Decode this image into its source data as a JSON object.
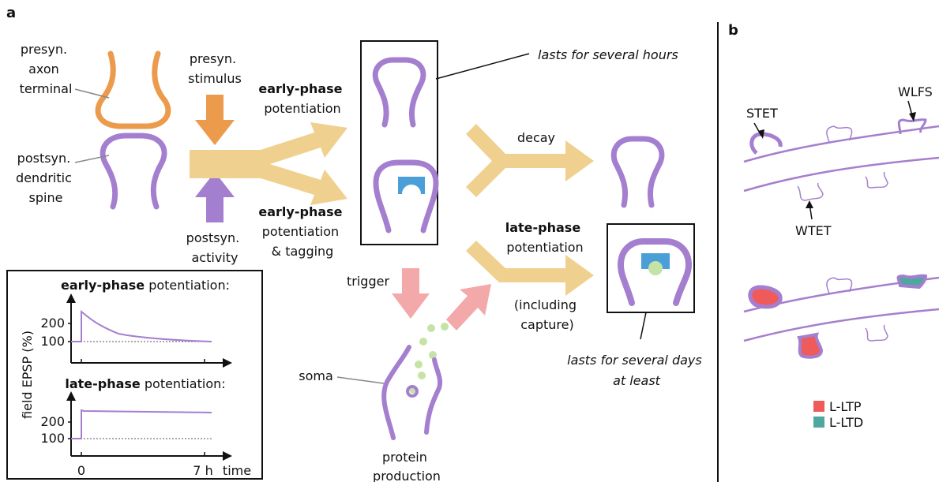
{
  "panel_a": {
    "letter": "a",
    "presyn_label": [
      "presyn.",
      "axon",
      "terminal"
    ],
    "postsyn_label": [
      "postsyn.",
      "dendritic",
      "spine"
    ],
    "stimulus_label": [
      "presyn.",
      "stimulus"
    ],
    "activity_label": [
      "postsyn.",
      "activity"
    ],
    "early_top": {
      "bold": "early-phase",
      "line2": "potentiation"
    },
    "early_tag": {
      "bold": "early-phase",
      "line2": "potentiation",
      "line3": "& tagging"
    },
    "hours_note": "lasts for several hours",
    "decay": "decay",
    "late": {
      "bold": "late-phase",
      "line2": "potentiation"
    },
    "capture": [
      "(including",
      "capture)"
    ],
    "days_note": [
      "lasts for several days",
      "at least"
    ],
    "trigger": "trigger",
    "soma": "soma",
    "protein": [
      "protein",
      "production"
    ],
    "inset": {
      "early_title_bold": "early-phase",
      "early_title_rest": " potentiation:",
      "late_title_bold": "late-phase",
      "late_title_rest": " potentiation:",
      "ylabel": "field EPSP (%)",
      "xlabel": "time",
      "yticks": [
        "100",
        "200"
      ],
      "xticks": [
        "0",
        "7 h"
      ]
    }
  },
  "panel_b": {
    "letter": "b",
    "labels": {
      "stet": "STET",
      "wlfs": "WLFS",
      "wtet": "WTET"
    },
    "legend": [
      {
        "label": "L-LTP",
        "color": "#ef5b5b"
      },
      {
        "label": "L-LTD",
        "color": "#4fa8a0"
      }
    ]
  },
  "colors": {
    "purple": "#a57fcf",
    "orange": "#ec9a4c",
    "arrow": "#f0d08e",
    "pink": "#f3a9a9",
    "blue": "#4a9fd8",
    "green": "#c5e3a6"
  }
}
